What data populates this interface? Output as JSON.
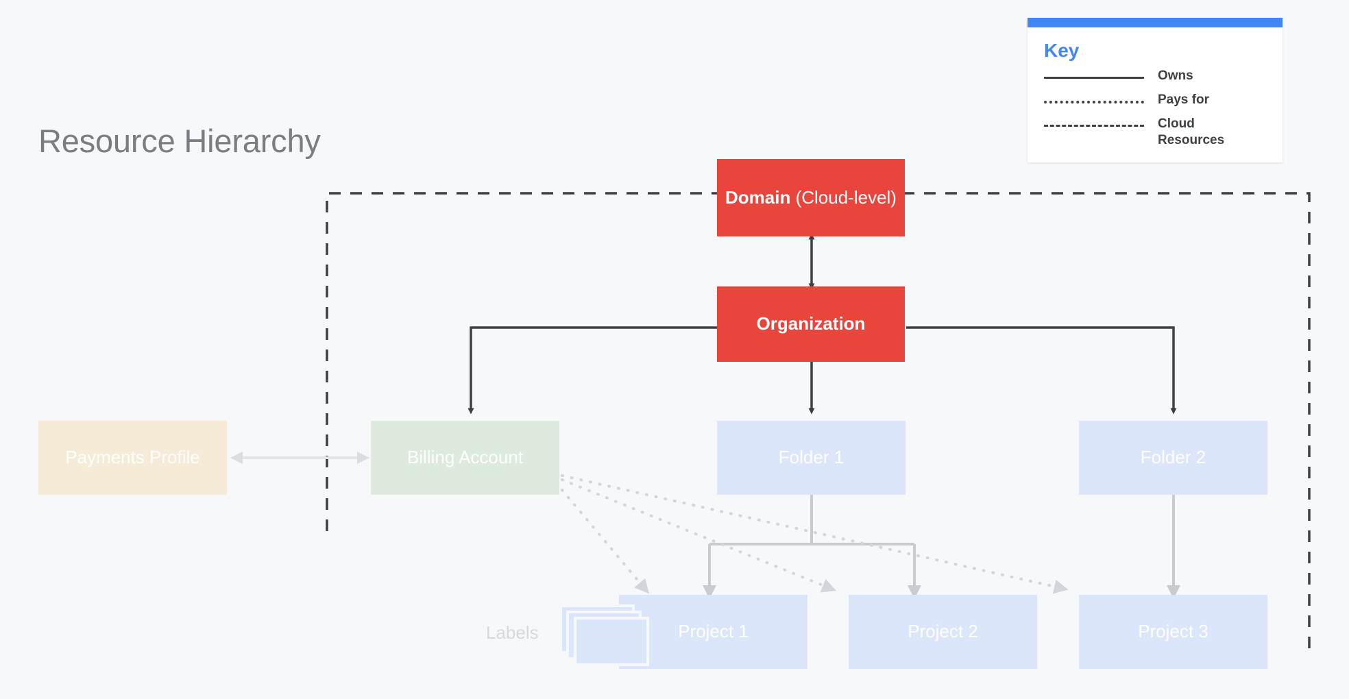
{
  "page": {
    "title": "Resource Hierarchy",
    "background": "#F7F8FA"
  },
  "key": {
    "title": "Key",
    "accent_color": "#4285F4",
    "entries": [
      {
        "style": "solid",
        "label": "Owns"
      },
      {
        "style": "dotted",
        "label": "Pays for"
      },
      {
        "style": "dashed",
        "label": "Cloud Resources"
      }
    ]
  },
  "nodes": {
    "domain": {
      "label_bold": "Domain",
      "label_rest": " (Cloud-level)",
      "color": "#E8453C"
    },
    "organization": {
      "label": "Organization",
      "color": "#E8453C"
    },
    "payments_profile": {
      "label": "Payments Profile",
      "color": "#F5EBD6"
    },
    "billing_account": {
      "label": "Billing Account",
      "color": "#DCEBDE"
    },
    "folder_1": {
      "label": "Folder 1",
      "color": "#DCE6FA"
    },
    "folder_2": {
      "label": "Folder 2",
      "color": "#DCE6FA"
    },
    "project_1": {
      "label": "Project 1",
      "color": "#DCE6FA"
    },
    "project_2": {
      "label": "Project 2",
      "color": "#DCE6FA"
    },
    "project_3": {
      "label": "Project 3",
      "color": "#DCE6FA"
    },
    "labels": {
      "label": "Labels",
      "color": "#DCE6FA"
    }
  },
  "connections": [
    {
      "from": "domain",
      "to": "organization",
      "style": "solid",
      "kind": "bidirectional"
    },
    {
      "from": "organization",
      "to": "billing_account",
      "style": "solid",
      "kind": "owns"
    },
    {
      "from": "organization",
      "to": "folder_1",
      "style": "solid",
      "kind": "owns"
    },
    {
      "from": "organization",
      "to": "folder_2",
      "style": "solid",
      "kind": "owns"
    },
    {
      "from": "payments_profile",
      "to": "billing_account",
      "style": "solid",
      "kind": "bidirectional"
    },
    {
      "from": "folder_1",
      "to": "project_1",
      "style": "solid",
      "kind": "owns"
    },
    {
      "from": "folder_1",
      "to": "project_2",
      "style": "solid",
      "kind": "owns"
    },
    {
      "from": "folder_2",
      "to": "project_3",
      "style": "solid",
      "kind": "owns"
    },
    {
      "from": "billing_account",
      "to": "project_1",
      "style": "dotted",
      "kind": "pays-for"
    },
    {
      "from": "billing_account",
      "to": "project_2",
      "style": "dotted",
      "kind": "pays-for"
    },
    {
      "from": "billing_account",
      "to": "project_3",
      "style": "dotted",
      "kind": "pays-for"
    }
  ],
  "cloud_resources_boundary": {
    "style": "dashed",
    "color": "#3C4043"
  }
}
